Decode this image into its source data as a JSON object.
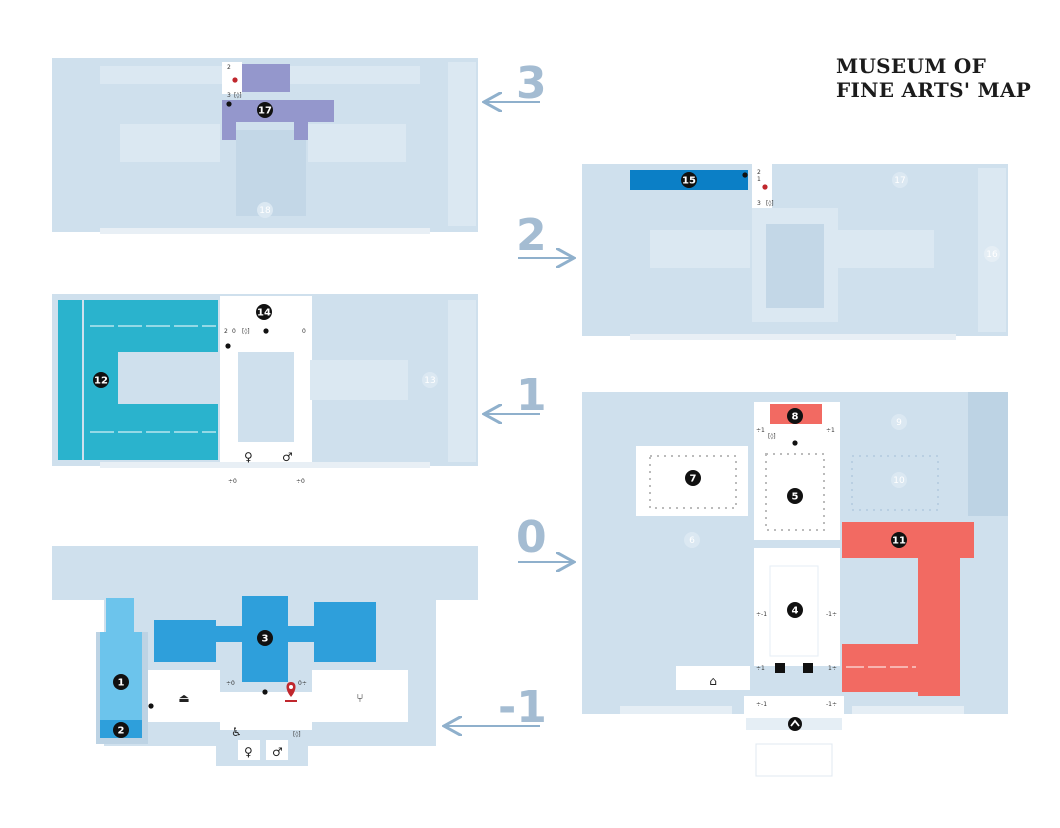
{
  "title": {
    "line1": "MUSEUM OF",
    "line2": "FINE ARTS' MAP"
  },
  "colors": {
    "building": "#cfe0ed",
    "building_dark": "#bdd3e4",
    "level3_rooms": "#9497cc",
    "level2_rooms": "#0b7fc6",
    "level1_rooms": "#2ab3cd",
    "level0_rooms": "#f26a62",
    "level_minus1_rooms": "#2e9fdb",
    "level_minus1_light": "#6cc4ec",
    "arrow": "#8fb0cc",
    "marker": "#c0272d"
  },
  "levels": [
    {
      "id": "3",
      "label": "3"
    },
    {
      "id": "2",
      "label": "2"
    },
    {
      "id": "1",
      "label": "1"
    },
    {
      "id": "0",
      "label": "0"
    },
    {
      "id": "-1",
      "label": "-1"
    }
  ],
  "active_rooms": [
    {
      "label": "1",
      "level": "-1"
    },
    {
      "label": "2",
      "level": "-1"
    },
    {
      "label": "3",
      "level": "-1"
    },
    {
      "label": "4",
      "level": "0"
    },
    {
      "label": "5",
      "level": "0"
    },
    {
      "label": "7",
      "level": "0"
    },
    {
      "label": "8",
      "level": "0"
    },
    {
      "label": "11",
      "level": "0"
    },
    {
      "label": "12",
      "level": "1"
    },
    {
      "label": "14",
      "level": "1"
    },
    {
      "label": "15",
      "level": "2"
    },
    {
      "label": "17",
      "level": "3"
    }
  ],
  "inactive_rooms": [
    {
      "label": "6",
      "level": "0"
    },
    {
      "label": "9",
      "level": "0"
    },
    {
      "label": "10",
      "level": "0"
    },
    {
      "label": "13",
      "level": "1"
    },
    {
      "label": "16",
      "level": "2"
    },
    {
      "label": "17",
      "level": "2"
    },
    {
      "label": "18",
      "level": "3"
    }
  ],
  "floor_markers": {
    "to0_a": "÷0",
    "to0_b": "0÷",
    "stair_l1_a": "÷0",
    "stair_l1_b": "÷0",
    "stair_l0_a": "÷-1",
    "stair_l0_b": "-1÷",
    "stair_l0_c": "÷1",
    "stair_l0_d": "1÷",
    "stair_l0_e": "-1÷",
    "stair_l0_f": "÷-1",
    "stair_l0_g": "÷1",
    "stair_l0_h": "÷1",
    "stair_l3_a": "2",
    "stair_l3_b": "3",
    "stair_l2_a": "2",
    "stair_l2_b": "1",
    "stair_l2_c": "3",
    "stair_l1_c": "2",
    "stair_l1_d": "0",
    "stair_l1_e": "0",
    "lift": "[◊]"
  },
  "icons": {
    "cloakroom": "hanger-icon",
    "restaurant": "cutlery-icon",
    "shop": "bag-icon",
    "location": "map-pin-icon",
    "entrance": "arrow-up-icon",
    "accessible": "wheelchair-icon",
    "toilets": "toilet-icon",
    "info": "info-icon",
    "tickets": "ticket-icon"
  }
}
